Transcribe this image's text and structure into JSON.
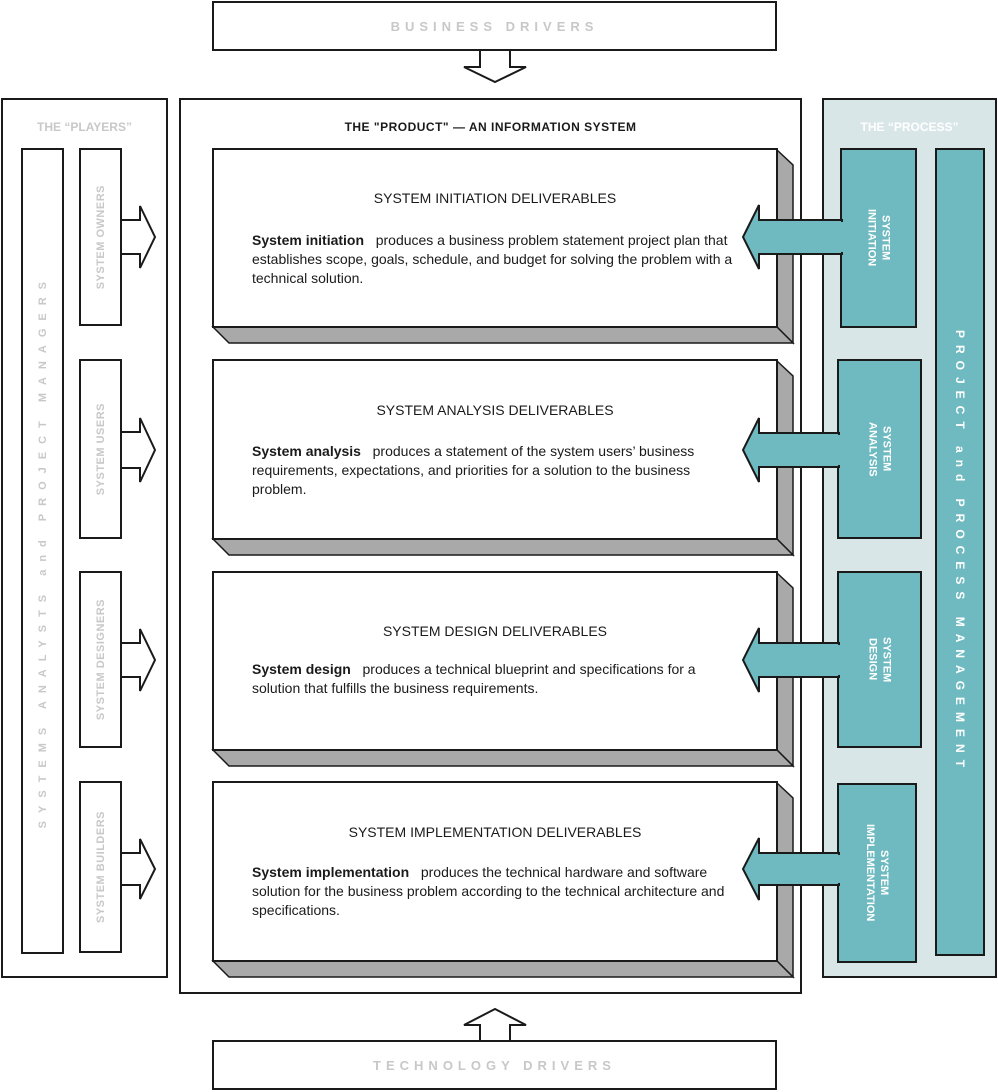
{
  "drivers": {
    "business": "BUSINESS DRIVERS",
    "technology": "TECHNOLOGY DRIVERS"
  },
  "players": {
    "title": "THE “PLAYERS”",
    "group_label": "SYSTEMS ANALYSTS and PROJECT MANAGERS",
    "roles": [
      "SYSTEM OWNERS",
      "SYSTEM USERS",
      "SYSTEM DESIGNERS",
      "SYSTEM BUILDERS"
    ]
  },
  "product": {
    "title": "THE \"PRODUCT\" — AN INFORMATION SYSTEM",
    "phases": [
      {
        "title": "SYSTEM INITIATION DELIVERABLES",
        "term": "System initiation",
        "text": "produces a business problem statement project plan that establishes scope, goals, schedule, and budget for solving the problem with a technical solution."
      },
      {
        "title": "SYSTEM ANALYSIS DELIVERABLES",
        "term": "System analysis",
        "text": "produces a statement of the system users’ business requirements, expectations, and priorities for a solution to the business problem."
      },
      {
        "title": "SYSTEM DESIGN DELIVERABLES",
        "term": "System design",
        "text": "produces a technical blueprint and specifications for a solution that fulfills the business requirements."
      },
      {
        "title": "SYSTEM IMPLEMENTATION DELIVERABLES",
        "term": "System implementation",
        "text": "produces the technical hardware and software solution for the business problem according to the technical architecture and specifications."
      }
    ]
  },
  "process": {
    "title": "THE “PROCESS”",
    "steps": [
      {
        "line1": "SYSTEM",
        "line2": "INITIATION"
      },
      {
        "line1": "SYSTEM",
        "line2": "ANALYSIS"
      },
      {
        "line1": "SYSTEM",
        "line2": "DESIGN"
      },
      {
        "line1": "SYSTEM",
        "line2": "IMPLEMENTATION"
      }
    ],
    "management_label": "PROJECT and PROCESS MANAGEMENT"
  },
  "colors": {
    "process_panel": "#d9e6e8",
    "process_teal": "#6fbac0",
    "shadow_grey": "#a9a9a9",
    "muted_text": "#c8c8c8"
  }
}
